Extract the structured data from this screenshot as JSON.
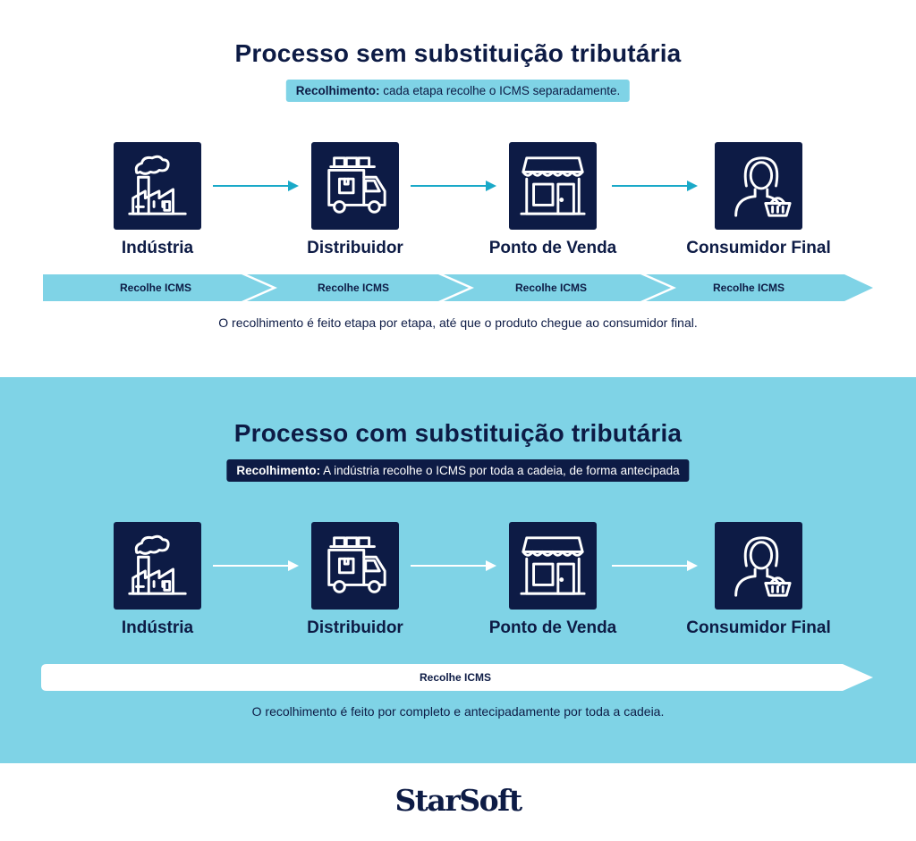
{
  "colors": {
    "navy": "#0d1b45",
    "cyan": "#7fd3e6",
    "arrow_cyan": "#1aa9c8",
    "white": "#ffffff"
  },
  "top": {
    "title": "Processo sem substituição tributária",
    "pill_bold": "Recolhimento:",
    "pill_text": " cada etapa recolhe o ICMS separadamente.",
    "stages": [
      {
        "label": "Indústria",
        "icon": "factory-icon"
      },
      {
        "label": "Distribuidor",
        "icon": "delivery-truck-icon"
      },
      {
        "label": "Ponto de Venda",
        "icon": "storefront-icon"
      },
      {
        "label": "Consumidor Final",
        "icon": "customer-with-basket-icon"
      }
    ],
    "bar_labels": [
      "Recolhe ICMS",
      "Recolhe ICMS",
      "Recolhe ICMS",
      "Recolhe ICMS"
    ],
    "note": "O recolhimento é feito etapa por etapa, até que o produto chegue ao consumidor final."
  },
  "bottom": {
    "title": "Processo com substituição tributária",
    "pill_bold": "Recolhimento:",
    "pill_text": " A indústria recolhe o ICMS por toda a cadeia, de forma antecipada",
    "stages": [
      {
        "label": "Indústria",
        "icon": "factory-icon"
      },
      {
        "label": "Distribuidor",
        "icon": "delivery-truck-icon"
      },
      {
        "label": "Ponto de Venda",
        "icon": "storefront-icon"
      },
      {
        "label": "Consumidor Final",
        "icon": "customer-with-basket-icon"
      }
    ],
    "bar_label": "Recolhe ICMS",
    "note": "O recolhimento é feito por completo e antecipadamente por toda a cadeia."
  },
  "footer": {
    "brand": "StarSoft"
  }
}
